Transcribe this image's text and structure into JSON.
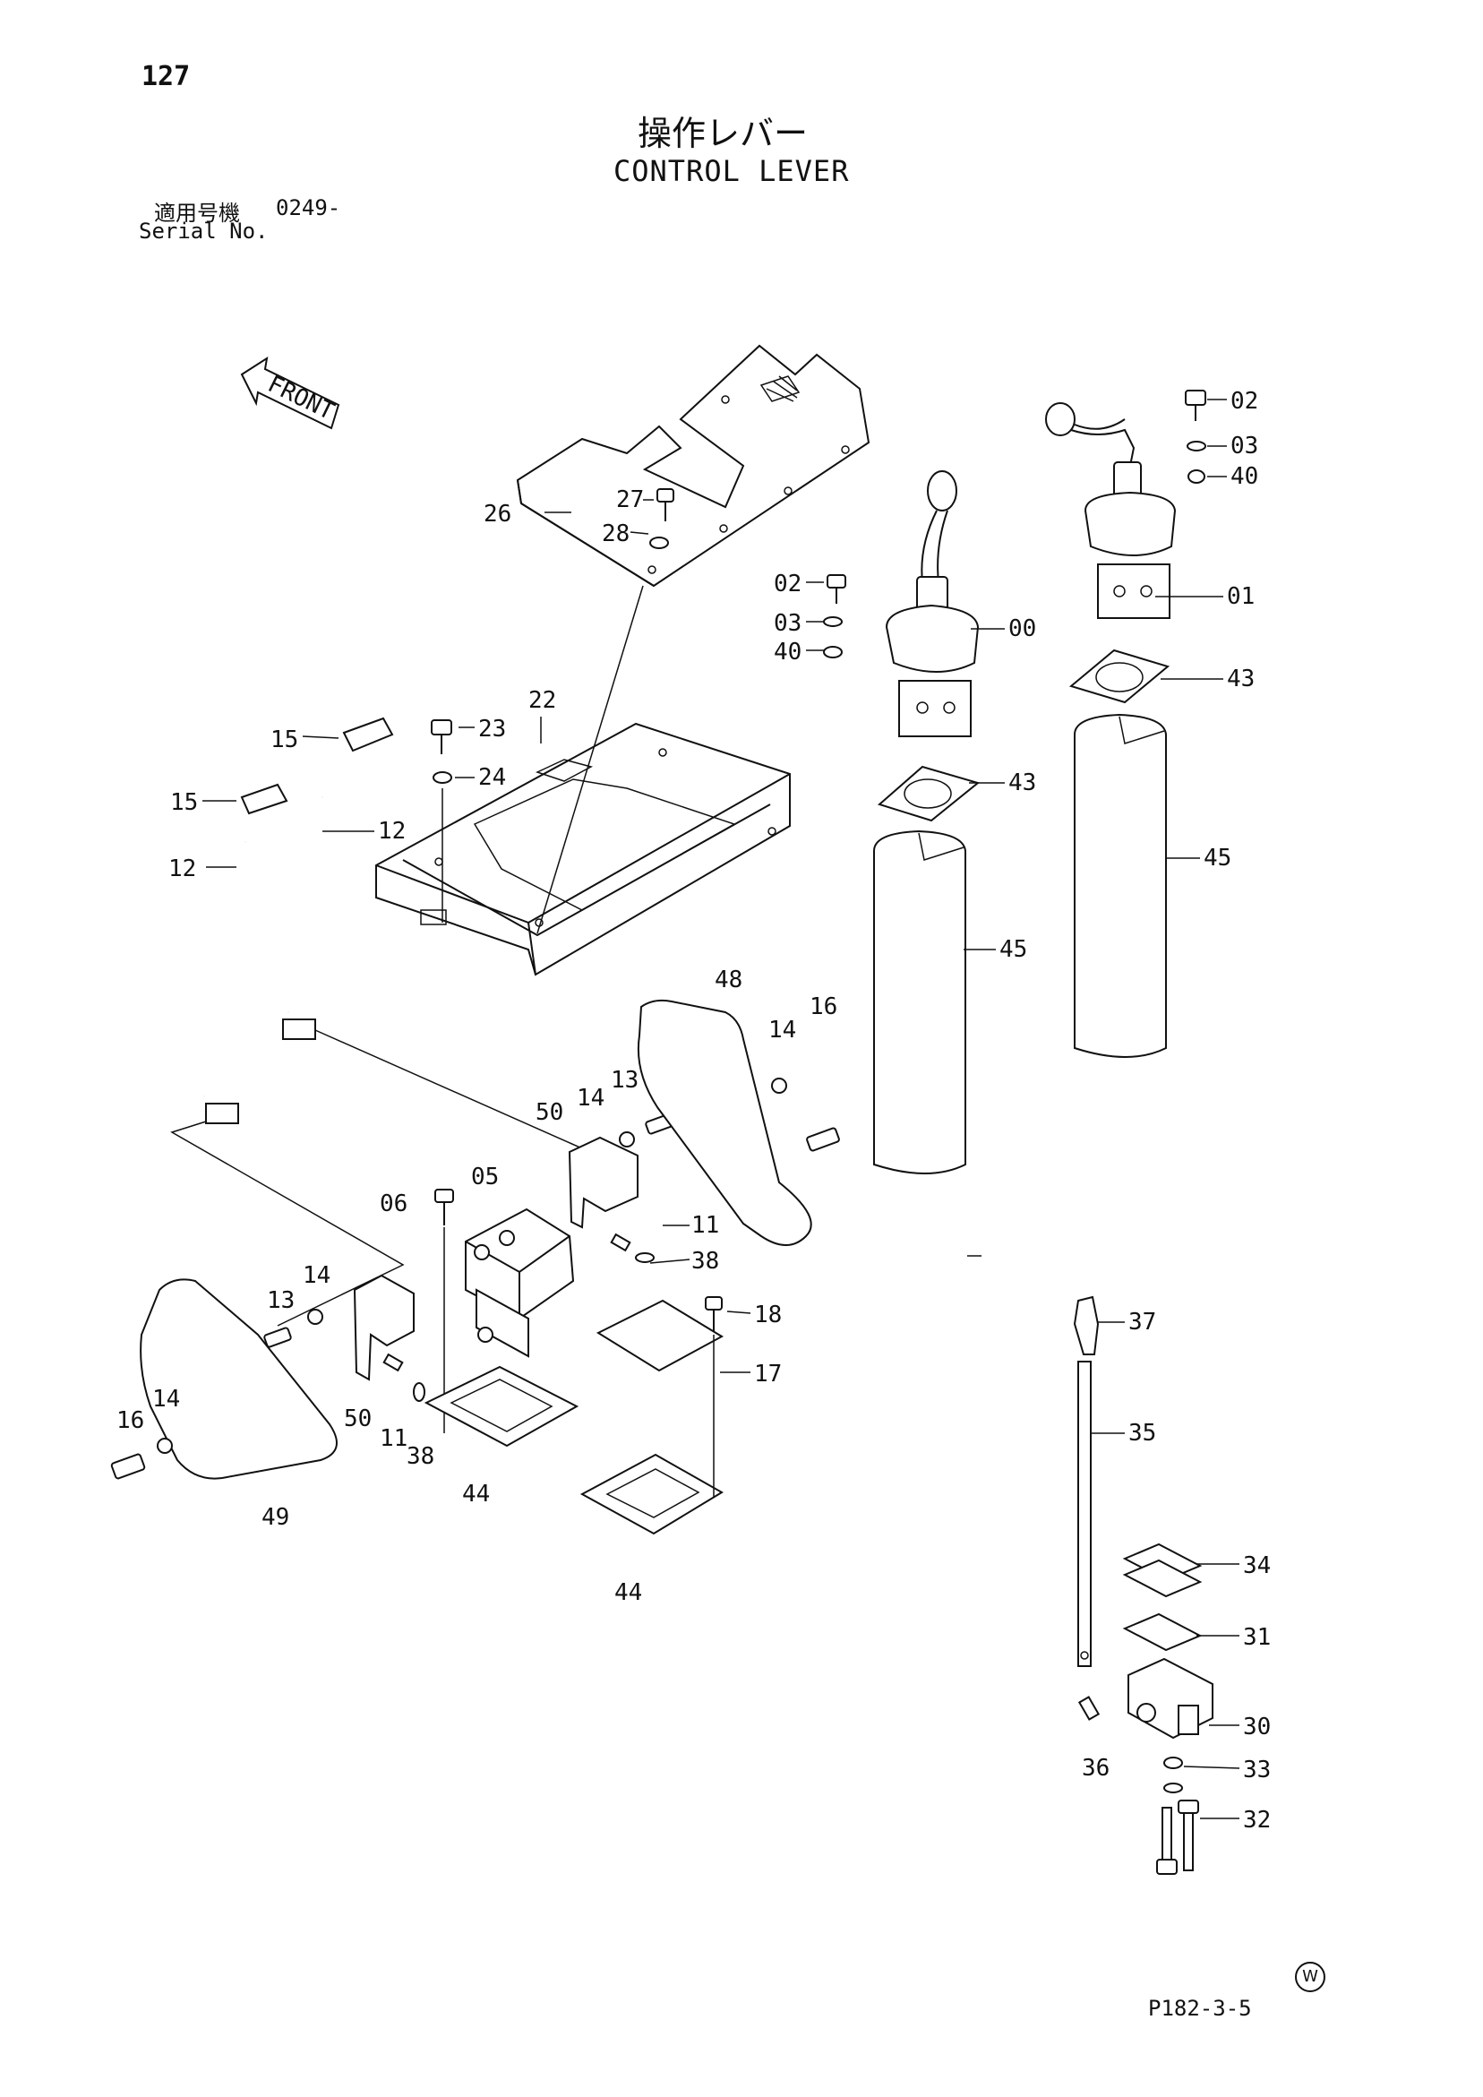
{
  "header": {
    "page_number": "127",
    "title_jp": "操作レバー",
    "title_en": "CONTROL LEVER",
    "serial_label_jp": "適用号機",
    "serial_value": "0249-",
    "serial_label_en": "Serial No."
  },
  "footer": {
    "drawing_code": "P182-3-5",
    "watermark": "W"
  },
  "front_label": "FRONT",
  "callouts": [
    "02",
    "03",
    "40",
    "01",
    "43",
    "45",
    "00",
    "02",
    "03",
    "40",
    "43",
    "45",
    "27",
    "26",
    "28",
    "22",
    "23",
    "24",
    "15",
    "15",
    "12",
    "12",
    "48",
    "16",
    "14",
    "14",
    "13",
    "50",
    "06",
    "05",
    "11",
    "38",
    "13",
    "14",
    "50",
    "11",
    "38",
    "44",
    "44",
    "16",
    "14",
    "49",
    "18",
    "17",
    "37",
    "35",
    "34",
    "31",
    "30",
    "36",
    "33",
    "32"
  ]
}
